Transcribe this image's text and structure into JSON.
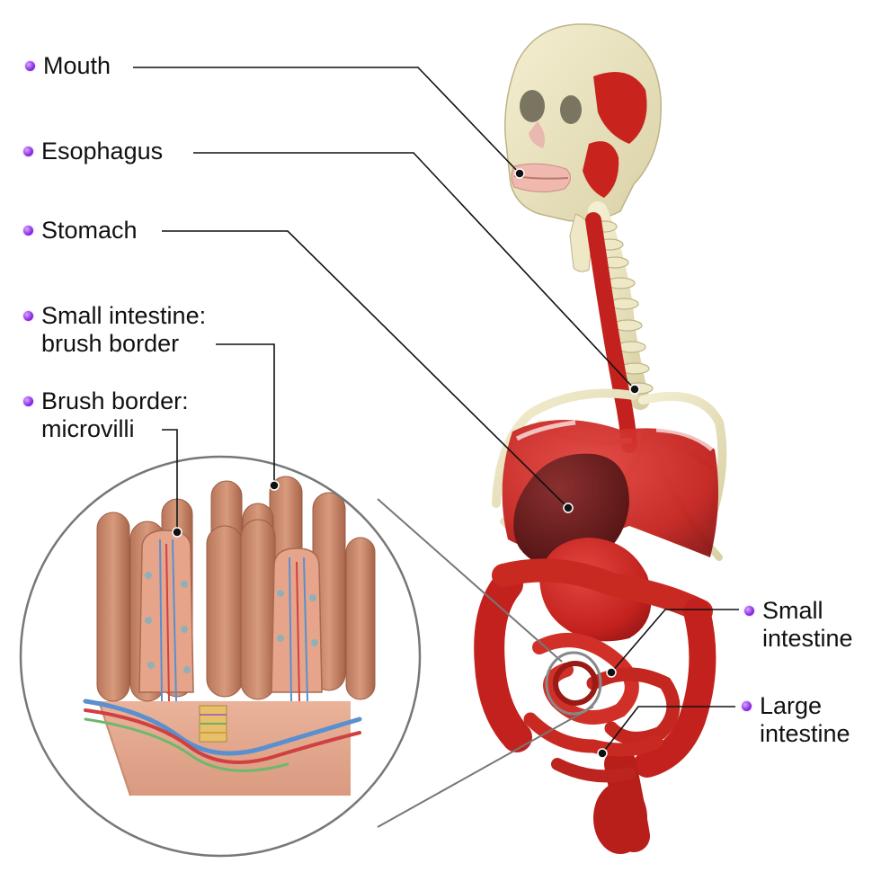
{
  "labels": {
    "mouth": "Mouth",
    "esophagus": "Esophagus",
    "stomach": "Stomach",
    "brush_border_line1": "Small intestine:",
    "brush_border_line2": "brush border",
    "microvilli_line1": "Brush border:",
    "microvilli_line2": "microvilli",
    "small_intestine_line1": "Small",
    "small_intestine_line2": "intestine",
    "large_intestine_line1": "Large",
    "large_intestine_line2": "intestine"
  },
  "colors": {
    "bullet": "#8a2be2",
    "bone": "#ece6c4",
    "muscle": "#c8221f",
    "muscle_dark": "#8e1818",
    "liver": "#6e1c1c",
    "villi": "#c98a6a",
    "tissue_base": "#e8aa90",
    "circle_outline": "#777777",
    "leader_line": "#111111"
  }
}
